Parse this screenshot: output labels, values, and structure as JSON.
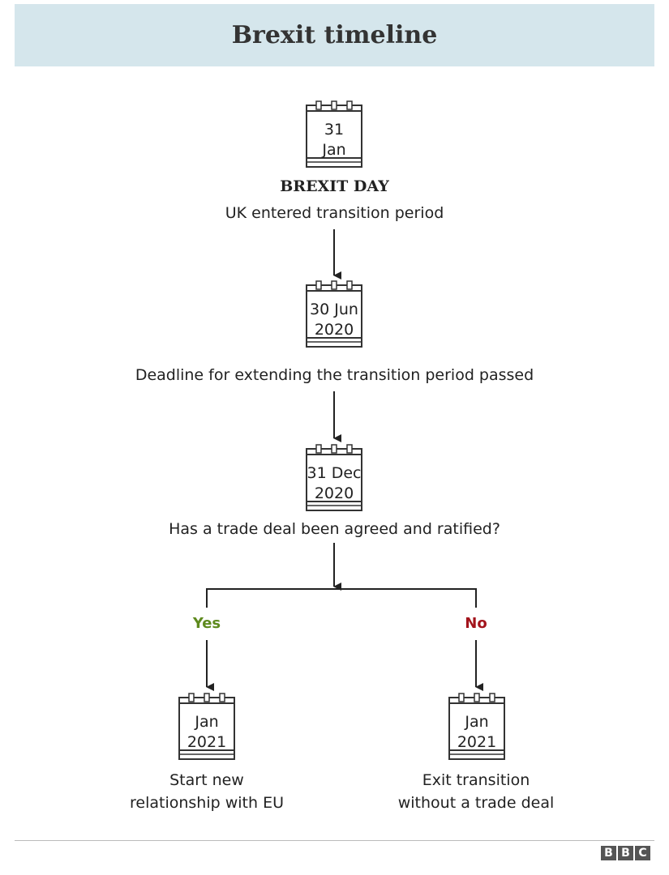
{
  "header": {
    "title": "Brexit timeline",
    "background_color": "#d5e6ec"
  },
  "steps": [
    {
      "calendar": {
        "line1": "31",
        "line2": "Jan"
      },
      "heading": "BREXIT DAY",
      "text": "UK entered transition period"
    },
    {
      "calendar": {
        "line1": "30 Jun",
        "line2": "2020"
      },
      "text": "Deadline for extending the transition period passed"
    },
    {
      "calendar": {
        "line1": "31 Dec",
        "line2": "2020"
      },
      "text": "Has a trade deal been agreed and ratified?"
    }
  ],
  "branches": {
    "yes": {
      "label": "Yes",
      "color": "#5e8a1e",
      "calendar": {
        "line1": "Jan",
        "line2": "2021"
      },
      "text_line1": "Start new",
      "text_line2": "relationship with EU"
    },
    "no": {
      "label": "No",
      "color": "#a3141c",
      "calendar": {
        "line1": "Jan",
        "line2": "2021"
      },
      "text_line1": "Exit transition",
      "text_line2": "without a trade deal"
    }
  },
  "footer": {
    "logo_letters": [
      "B",
      "B",
      "C"
    ]
  }
}
